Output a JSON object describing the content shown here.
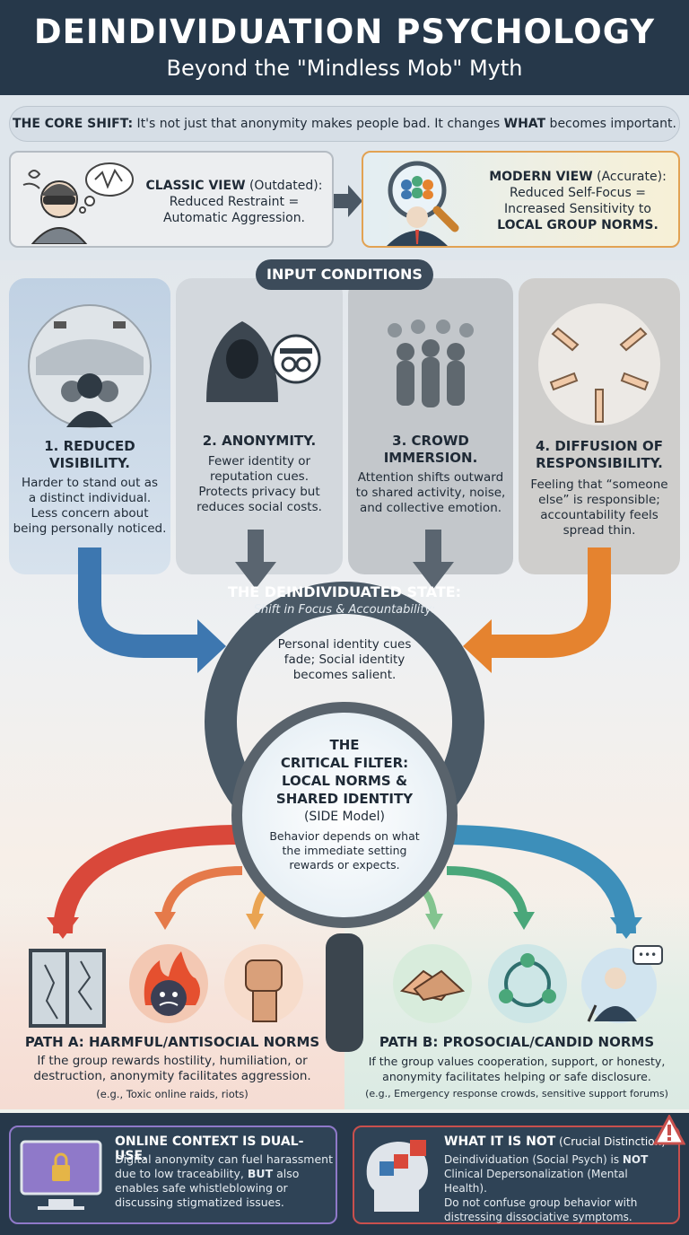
{
  "header": {
    "title": "DEINDIVIDUATION PSYCHOLOGY",
    "subtitle": "Beyond the \"Mindless Mob\" Myth"
  },
  "core_shift": {
    "label": "THE CORE SHIFT:",
    "text_before": " It's not just that anonymity makes people bad. It changes ",
    "emphasis": "WHAT",
    "text_after": " becomes important."
  },
  "classic_view": {
    "label": "CLASSIC VIEW",
    "tag": " (Outdated):",
    "line1": "Reduced Restraint =",
    "line2": "Automatic Aggression."
  },
  "modern_view": {
    "label": "MODERN VIEW",
    "tag": " (Accurate):",
    "line1": "Reduced Self-Focus =",
    "line2": "Increased Sensitivity to",
    "line3": "LOCAL GROUP NORMS."
  },
  "input_conditions": {
    "label": "INPUT CONDITIONS",
    "items": [
      {
        "title1": "1. REDUCED",
        "title2": "VISIBILITY.",
        "desc": [
          "Harder to stand out as",
          "a distinct individual.",
          "Less concern about",
          "being personally noticed."
        ]
      },
      {
        "title1": "2. ANONYMITY.",
        "title2": "",
        "desc": [
          "Fewer identity or",
          "reputation cues.",
          "Protects privacy but",
          "reduces social costs."
        ]
      },
      {
        "title1": "3. CROWD",
        "title2": "IMMERSION.",
        "desc": [
          "Attention shifts outward",
          "to shared activity, noise,",
          "and collective emotion."
        ]
      },
      {
        "title1": "4. DIFFUSION OF",
        "title2": "RESPONSIBILITY.",
        "desc": [
          "Feeling that “someone",
          "else” is responsible;",
          "accountability feels",
          "spread thin."
        ]
      }
    ]
  },
  "state": {
    "title": "THE DEINDIVIDUATED STATE:",
    "subtitle": "Shift in Focus & Accountability:",
    "desc": [
      "Personal identity cues",
      "fade; Social identity",
      "becomes salient."
    ]
  },
  "filter": {
    "title": [
      "THE",
      "CRITICAL FILTER:",
      "LOCAL NORMS &",
      "SHARED IDENTITY"
    ],
    "model": "(SIDE Model)",
    "desc": [
      "Behavior depends on what",
      "the immediate setting",
      "rewards or expects."
    ]
  },
  "path_a": {
    "title": "PATH A: HARMFUL/ANTISOCIAL NORMS",
    "desc": [
      "If the group rewards hostility, humiliation, or",
      "destruction, anonymity facilitates aggression."
    ],
    "example": "(e.g., Toxic online raids, riots)"
  },
  "path_b": {
    "title": "PATH B: PROSOCIAL/CANDID NORMS",
    "desc": [
      "If the group values cooperation, support, or honesty,",
      "anonymity facilitates helping or safe disclosure."
    ],
    "example": "(e.g., Emergency response crowds, sensitive support forums)"
  },
  "online": {
    "title": "ONLINE CONTEXT IS DUAL-USE.",
    "line1": "Digital anonymity can fuel harassment",
    "line2_a": "due to low traceability, ",
    "line2_b": "BUT",
    "line2_c": " also",
    "line3": "enables safe whistleblowing or",
    "line4": "discussing stigmatized issues."
  },
  "not": {
    "title": "WHAT IT IS NOT",
    "tag": " (Crucial Distinction)",
    "line1_a": "Deindividuation (Social Psych) is ",
    "line1_b": "NOT",
    "line2": "Clinical Depersonalization (Mental Health).",
    "line3": "Do not confuse group behavior with",
    "line4": "distressing dissociative symptoms."
  },
  "colors": {
    "header": "#26384a",
    "blue_arrow": "#3d77b0",
    "orange_arrow": "#e5832f",
    "path_a_red": "#d9483a",
    "path_b_green": "#4aa77a",
    "modern_border": "#e2a253"
  },
  "icons": [
    "masked-person-icon",
    "magnifier-group-icon",
    "stadium-crowd-icon",
    "hooded-figure-icon",
    "incognito-icon",
    "crowd-icon",
    "pointing-hands-icon",
    "broken-window-icon",
    "angry-flame-icon",
    "raised-fist-icon",
    "handshake-icon",
    "circle-of-people-icon",
    "speaker-icon",
    "laptop-lock-icon",
    "puzzle-head-icon",
    "warning-icon"
  ]
}
